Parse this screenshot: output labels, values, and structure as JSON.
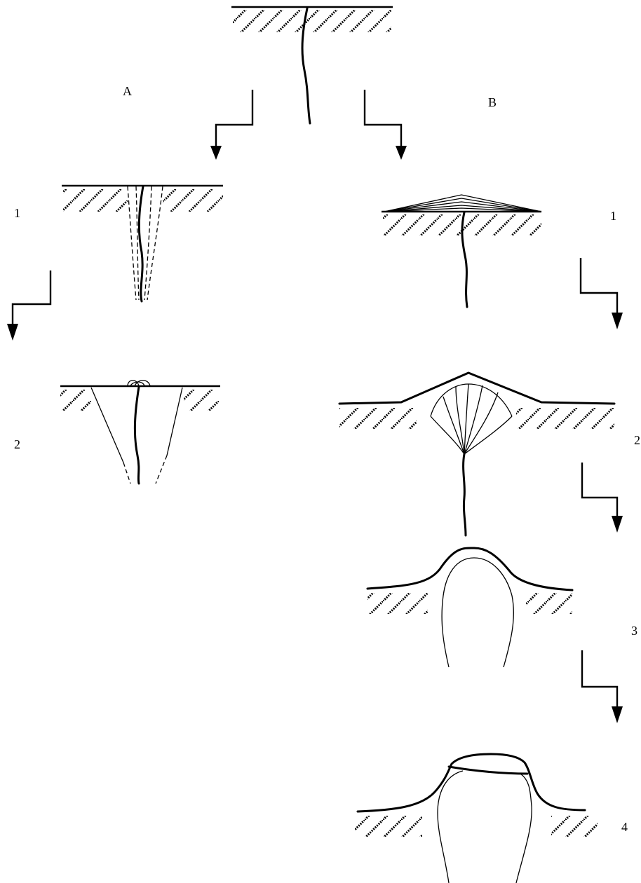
{
  "labels": {
    "series_a": "A",
    "series_b": "B",
    "a_step_1": "1",
    "a_step_2": "2",
    "b_step_1": "1",
    "b_step_2": "2",
    "b_step_3": "3",
    "b_step_4": "4"
  },
  "colors": {
    "ink": "#000000",
    "background": "#ffffff"
  }
}
